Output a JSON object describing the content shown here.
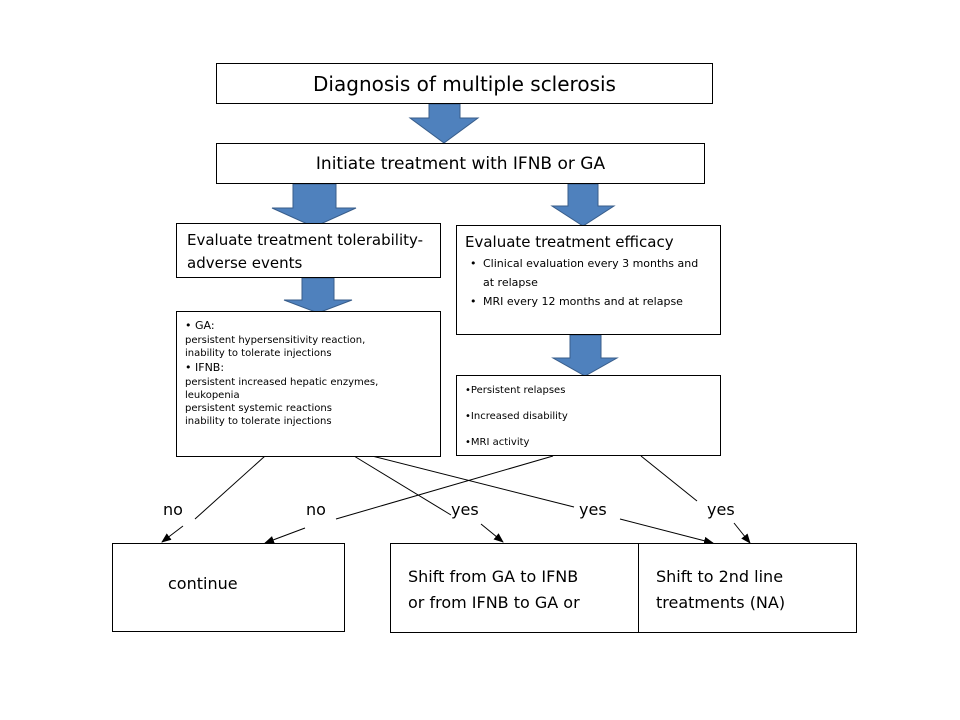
{
  "nodes": {
    "diagnosis": "Diagnosis of multiple sclerosis",
    "initiate": "Initiate treatment with IFNB or GA",
    "tolerability": {
      "title_line1": "Evaluate treatment tolerability-",
      "title_line2": "adverse events"
    },
    "efficacy": {
      "title": "Evaluate treatment efficacy",
      "bullets": [
        "Clinical evaluation every 3 months and at relapse",
        "MRI every 12 months and at relapse"
      ]
    },
    "adverse_events": {
      "ga_head": "GA:",
      "ga_lines": [
        "persistent hypersensitivity reaction,",
        "inability to tolerate injections"
      ],
      "ifnb_head": "IFNB:",
      "ifnb_lines": [
        "persistent increased hepatic enzymes,",
        "leukopenia",
        "persistent systemic reactions",
        "inability to tolerate injections"
      ]
    },
    "efficacy_failure": [
      "Persistent relapses",
      "Increased disability",
      "MRI activity"
    ],
    "continue": "continue",
    "shift_switch": {
      "line1": "Shift from GA to IFNB",
      "line2": "or from IFNB to GA or"
    },
    "shift_second_line": {
      "line1": "Shift to 2nd line",
      "line2": "treatments (NA)"
    }
  },
  "labels": {
    "no_left": "no",
    "no_right": "no",
    "yes_1": "yes",
    "yes_2": "yes",
    "yes_3": "yes"
  },
  "colors": {
    "arrow_fill": "#4f81bd",
    "arrow_stroke": "#385d8a",
    "line": "#000000"
  }
}
